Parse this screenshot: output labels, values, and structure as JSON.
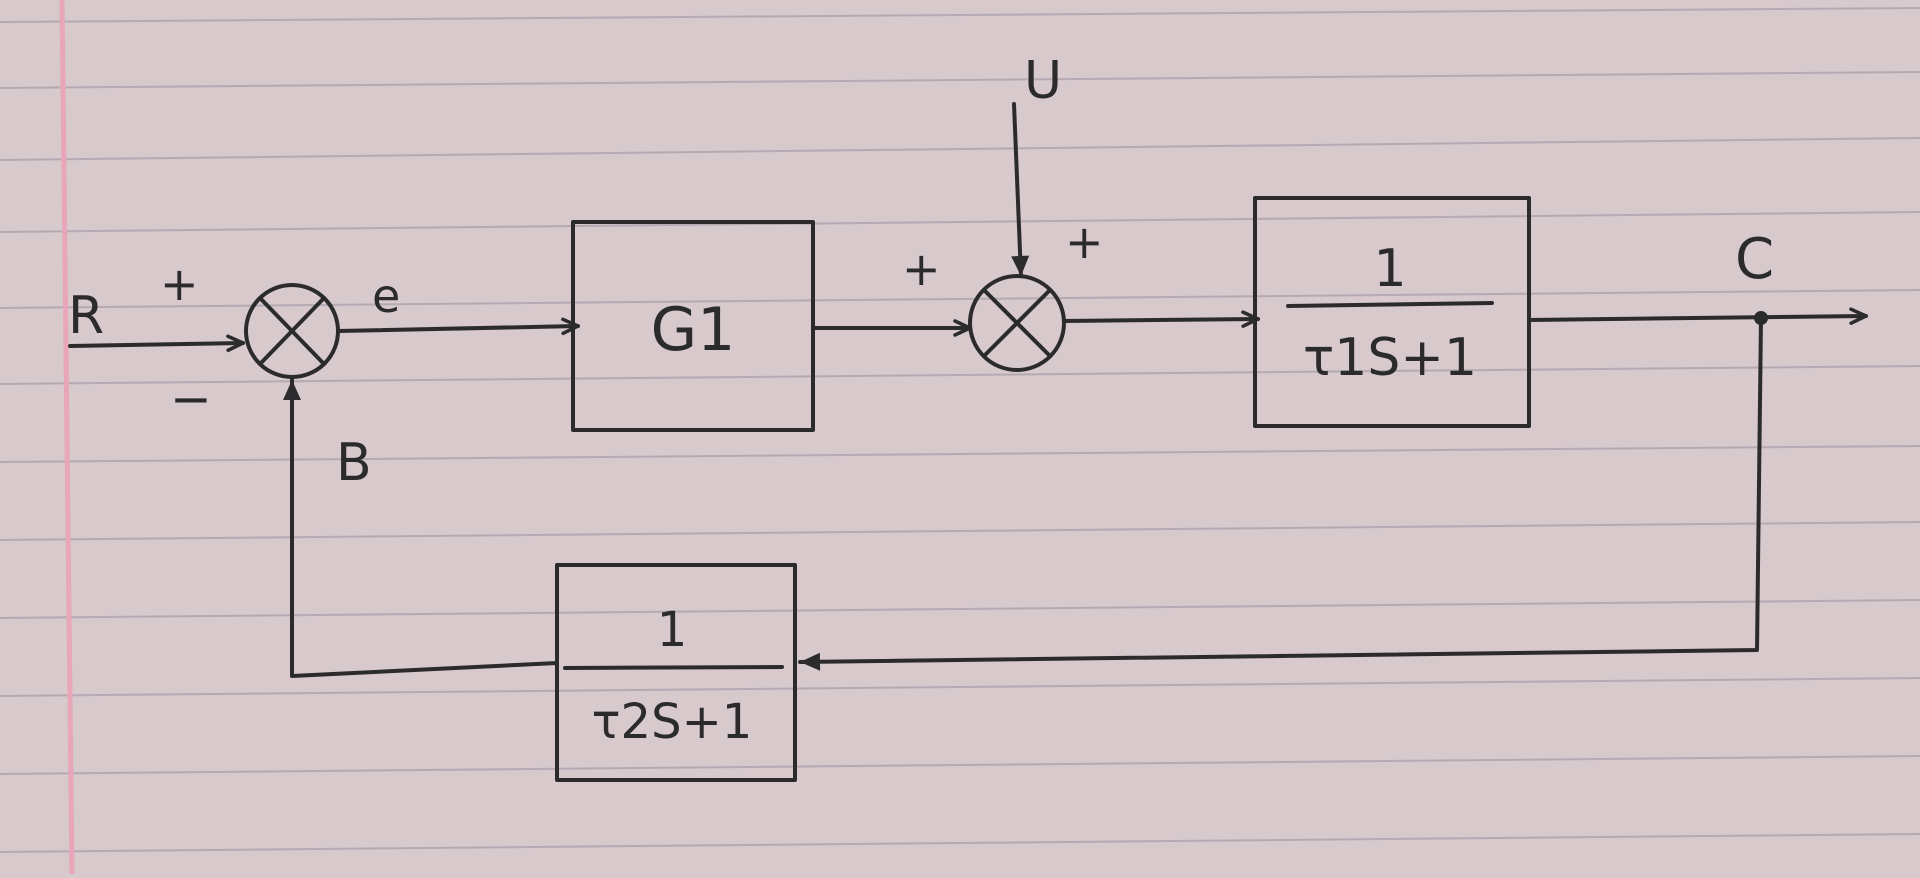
{
  "signals": {
    "input": "R",
    "output": "C",
    "error": "e",
    "feedback": "B",
    "disturbance": "U"
  },
  "signs": {
    "sum1_input": "+",
    "sum1_feedback": "−",
    "sum2_forward": "+",
    "sum2_disturbance": "+"
  },
  "blocks": {
    "controller": {
      "label": "G1"
    },
    "plant": {
      "numerator": "1",
      "denominator": "τ1S+1"
    },
    "feedback": {
      "numerator": "1",
      "denominator": "τ2S+1"
    }
  },
  "colors": {
    "paper": "#d7c9cc",
    "rule_line": "#b3aab3",
    "margin_line": "#e8a6b8",
    "ink": "#2b2b2d"
  }
}
